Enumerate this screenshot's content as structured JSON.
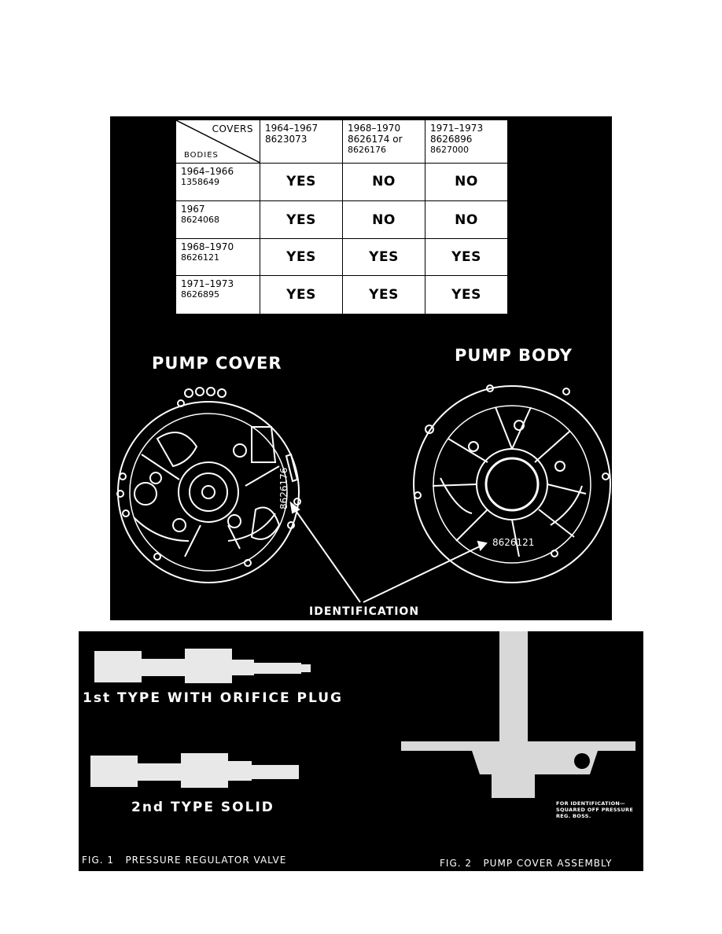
{
  "compat_table": {
    "header_covers": "COVERS",
    "header_bodies": "BODIES",
    "columns": [
      {
        "years": "1964–1967",
        "parts": [
          "8623073"
        ]
      },
      {
        "years": "1968–1970",
        "parts": [
          "8626174 or",
          "8626176"
        ]
      },
      {
        "years": "1971–1973",
        "parts": [
          "8626896",
          "8627000"
        ]
      }
    ],
    "rows": [
      {
        "years": "1964–1966",
        "part": "1358649",
        "values": [
          "YES",
          "NO",
          "NO"
        ]
      },
      {
        "years": "1967",
        "part": "8624068",
        "values": [
          "YES",
          "NO",
          "NO"
        ]
      },
      {
        "years": "1968–1970",
        "part": "8626121",
        "values": [
          "YES",
          "YES",
          "YES"
        ]
      },
      {
        "years": "1971–1973",
        "part": "8626895",
        "values": [
          "YES",
          "YES",
          "YES"
        ]
      }
    ]
  },
  "diagram": {
    "pump_cover_label": "PUMP COVER",
    "pump_body_label": "PUMP BODY",
    "cover_number": "8626176",
    "body_number": "8626121",
    "identification_label": "IDENTIFICATION"
  },
  "figures": {
    "first_type_label": "1st TYPE WITH ORIFICE PLUG",
    "second_type_label": "2nd TYPE SOLID",
    "fig1_caption": "FIG. 1   PRESSURE REGULATOR VALVE",
    "fig2_caption": "FIG. 2   PUMP COVER ASSEMBLY",
    "fig2_note": [
      "FOR IDENTIFICATION—",
      "SQUARED OFF PRESSURE",
      "REG. BOSS."
    ]
  }
}
